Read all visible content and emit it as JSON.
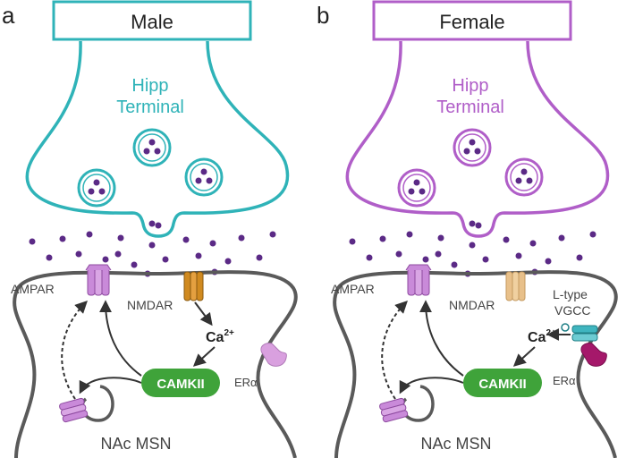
{
  "panels": [
    {
      "letter": "a",
      "title": "Male",
      "terminal_line1": "Hipp",
      "terminal_line2": "Terminal",
      "ampar": "AMPAR",
      "nmdar": "NMDAR",
      "ca": "Ca",
      "ca_sup": "2+",
      "camkii": "CAMKII",
      "era": "ERα",
      "msn": "NAc MSN",
      "color": "#2fb3b8"
    },
    {
      "letter": "b",
      "title": "Female",
      "terminal_line1": "Hipp",
      "terminal_line2": "Terminal",
      "ampar": "AMPAR",
      "nmdar": "NMDAR",
      "ca": "Ca",
      "ca_sup": "2+",
      "camkii": "CAMKII",
      "era": "ERα",
      "msn": "NAc MSN",
      "vgcc_line1": "L-type",
      "vgcc_line2": "VGCC",
      "color": "#b05ec8"
    }
  ],
  "colors": {
    "terminal_male": "#2fb3b8",
    "terminal_female": "#b05ec8",
    "neuron": "#5a5a5a",
    "dot": "#5b2a86",
    "ampar": "#c98ad9",
    "nmdar_male": "#d08a20",
    "nmdar_female": "#e8c08a",
    "camkii": "#3fa33a",
    "era_male": "#d9a0df",
    "era_female": "#a5186a",
    "vgcc": "#3fb5bf",
    "arrow": "#333333"
  }
}
